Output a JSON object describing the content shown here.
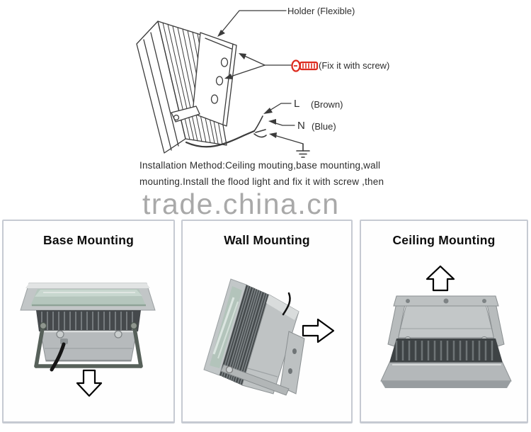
{
  "figure": {
    "description": "LED flood light installation figure"
  },
  "top_diagram": {
    "holder_label": "Holder (Flexible)",
    "screw_label": "(Fix it with screw)",
    "wire_l": "L",
    "wire_l_color": "(Brown)",
    "wire_n": "N",
    "wire_n_color": "(Blue)",
    "install_line1": "Installation Method:Ceiling mouting,base mounting,wall",
    "install_line2": "mounting.Install the flood light and fix it with screw ,then"
  },
  "watermark": {
    "text": "trade.china.cn",
    "color": "#a9a9a9"
  },
  "panels": [
    {
      "title": "Base Mounting",
      "arrow_direction": "down",
      "arrow_icon": "down-arrow-icon"
    },
    {
      "title": "Wall Mounting",
      "arrow_direction": "right",
      "arrow_icon": "right-arrow-icon"
    },
    {
      "title": "Ceiling Mounting",
      "arrow_direction": "up",
      "arrow_icon": "up-arrow-icon"
    }
  ],
  "icons": {
    "screw": "screw-icon",
    "ground": "ground-symbol-icon"
  },
  "colors": {
    "screw_icon_red": "#dd2b1f",
    "line_art": "#3b3b3b",
    "panel_border": "#c6cad2",
    "watermark_gray": "#a9a9a9",
    "lamp_silver": "#bcc0c2",
    "lamp_glass_green": "#b5c6bd",
    "fin_dark": "#45494c"
  }
}
